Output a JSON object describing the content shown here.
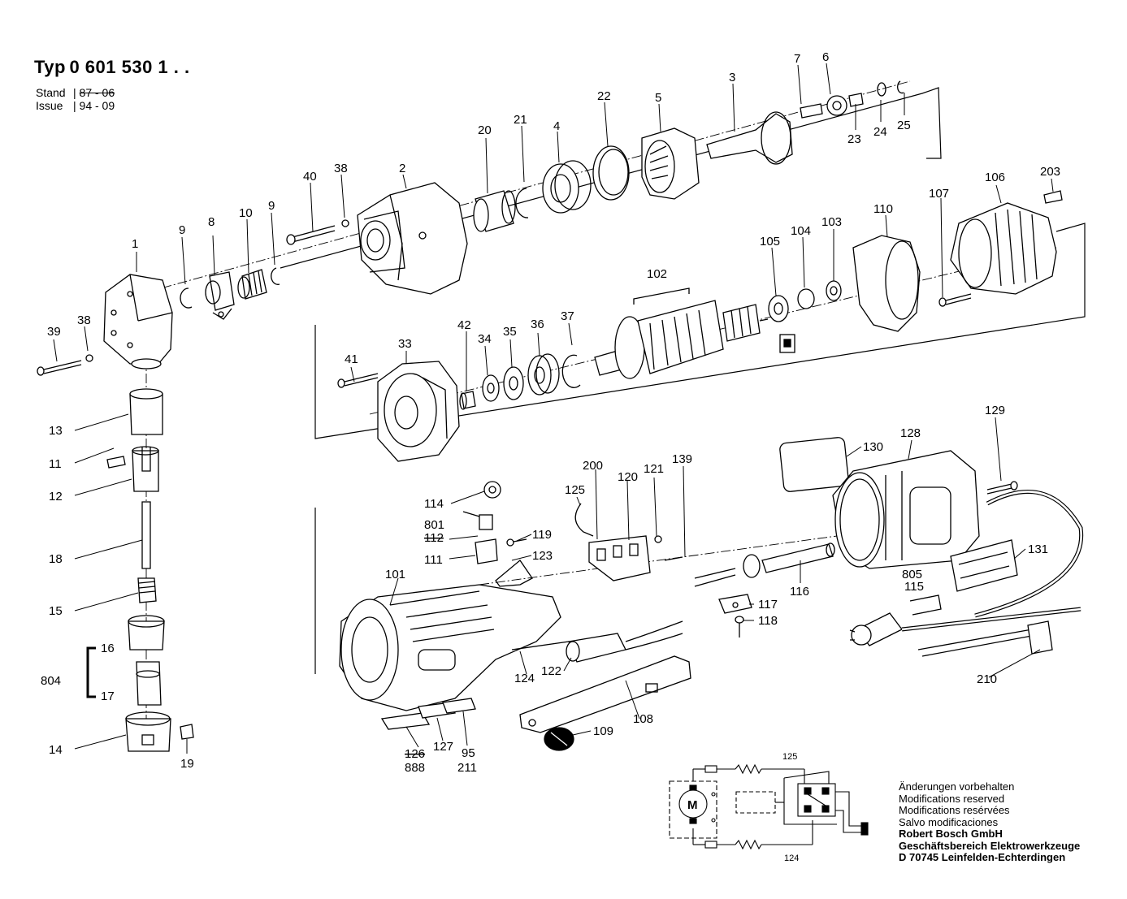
{
  "header": {
    "typ_label": "Typ",
    "typ_number": "0 601 530 1 . .",
    "stand_label": "Stand",
    "issue_label": "Issue",
    "stand_value": "87 - 06",
    "issue_value": "94 - 09"
  },
  "notes": {
    "line1": "Änderungen vorbehalten",
    "line2": "Modifications reserved",
    "line3": "Modifications resérvées",
    "line4": "Salvo modificaciones",
    "company": "Robert Bosch GmbH",
    "division": "Geschäftsbereich Elektrowerkzeuge",
    "address": "D 70745 Leinfelden-Echterdingen"
  },
  "schematic": {
    "motor_label": "M",
    "top_ref": "125",
    "bottom_ref": "124"
  },
  "part_labels": [
    "1",
    "9",
    "8",
    "10",
    "9",
    "40",
    "38",
    "2",
    "20",
    "21",
    "4",
    "22",
    "5",
    "3",
    "7",
    "6",
    "23",
    "24",
    "25",
    "39",
    "38",
    "13",
    "11",
    "12",
    "18",
    "15",
    "16",
    "804",
    "17",
    "14",
    "19",
    "41",
    "33",
    "42",
    "34",
    "35",
    "36",
    "37",
    "102",
    "105",
    "104",
    "103",
    "110",
    "107",
    "106",
    "203",
    "114",
    "801",
    "112",
    "111",
    "125",
    "200",
    "120",
    "121",
    "139",
    "119",
    "123",
    "101",
    "124",
    "122",
    "126",
    "888",
    "127",
    "95",
    "211",
    "109",
    "108",
    "130",
    "128",
    "129",
    "116",
    "131",
    "117",
    "118",
    "805",
    "115",
    "210"
  ]
}
